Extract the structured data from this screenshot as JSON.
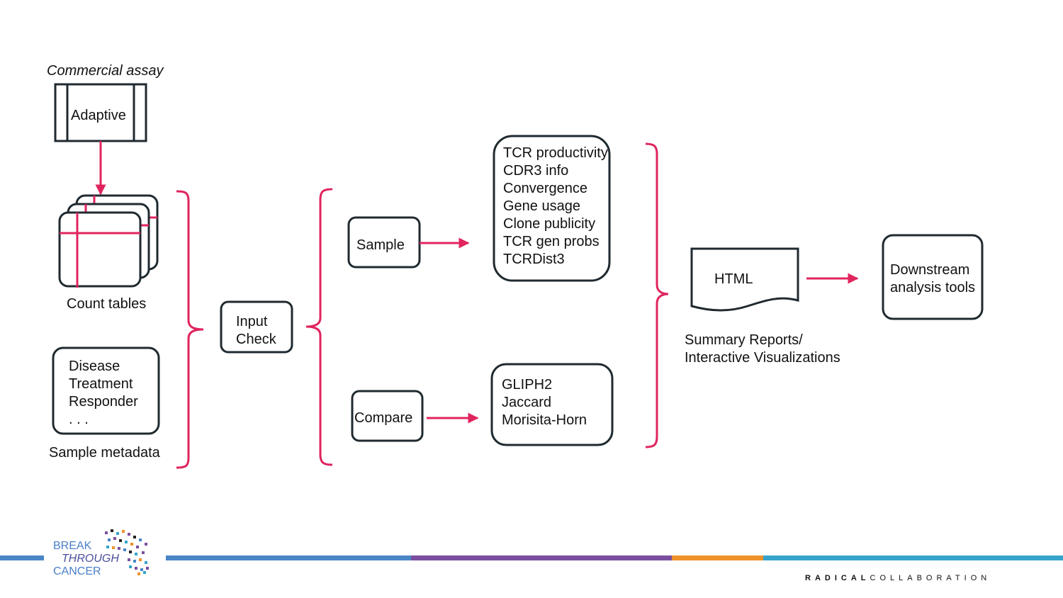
{
  "labels": {
    "commercial_assay": "Commercial assay",
    "adaptive": "Adaptive",
    "count_tables": "Count tables",
    "metadata_lines": [
      "Disease",
      "Treatment",
      "Responder",
      ". . ."
    ],
    "sample_metadata": "Sample metadata",
    "input_check": [
      "Input",
      "Check"
    ],
    "sample": "Sample",
    "compare": "Compare",
    "sample_outputs": [
      "TCR productivity",
      "CDR3 info",
      "Convergence",
      "Gene usage",
      "Clone publicity",
      "TCR gen probs",
      "TCRDist3"
    ],
    "compare_outputs": [
      "GLIPH2",
      "Jaccard",
      "Morisita-Horn"
    ],
    "html": "HTML",
    "summary_reports": [
      "Summary Reports/",
      "Interactive Visualizations"
    ],
    "downstream": [
      "Downstream",
      "analysis tools"
    ]
  },
  "footer": {
    "logo_lines": [
      "BREAK",
      "THROUGH",
      "CANCER"
    ],
    "radical": "RADICAL",
    "collaboration": "COLLABORATION",
    "stripe_colors": [
      "#4a86c6",
      "#7b4fa0",
      "#f0922b",
      "#36a3cc"
    ]
  },
  "colors": {
    "accent": "#e0245e",
    "box_border": "#1f2a30"
  },
  "icons": [
    "document-stack-icon",
    "html-document-icon",
    "breakthrough-cancer-logo"
  ]
}
